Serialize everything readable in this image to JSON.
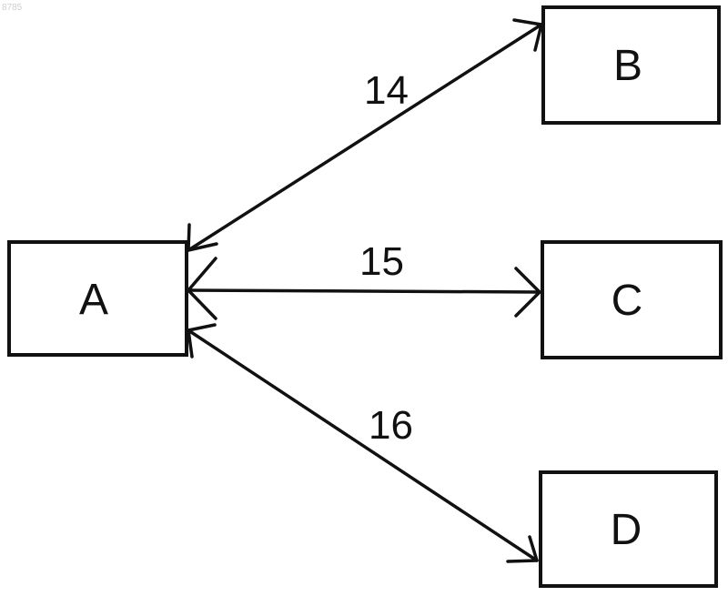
{
  "corner_id": "8785",
  "nodes": {
    "a": {
      "label": "A"
    },
    "b": {
      "label": "B"
    },
    "c": {
      "label": "C"
    },
    "d": {
      "label": "D"
    }
  },
  "edges": {
    "a_b": {
      "label": "14",
      "from": "A",
      "to": "B",
      "bidirectional": true
    },
    "a_c": {
      "label": "15",
      "from": "A",
      "to": "C",
      "bidirectional": true
    },
    "a_d": {
      "label": "16",
      "from": "A",
      "to": "D",
      "bidirectional": true
    }
  },
  "colors": {
    "stroke": "#111111",
    "background": "#ffffff"
  }
}
